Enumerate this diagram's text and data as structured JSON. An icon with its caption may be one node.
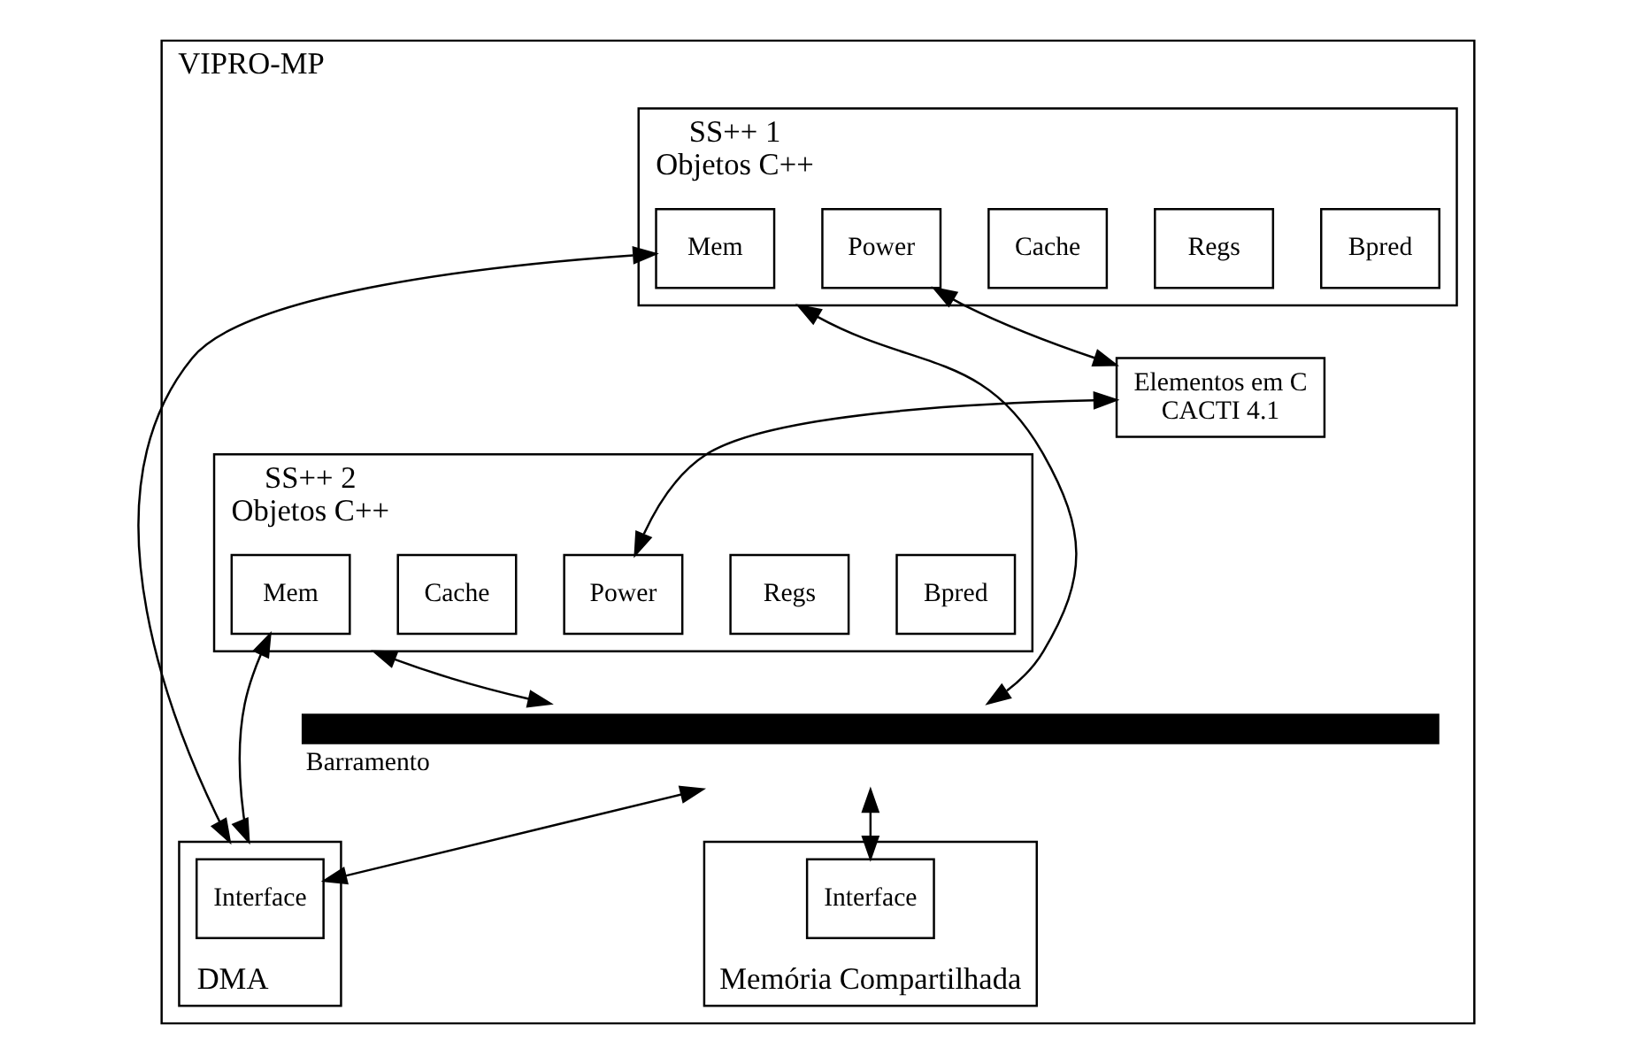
{
  "diagram": {
    "nodes": [
      {
        "text": [
          "VIPRO-MP"
        ]
      },
      {
        "text": [
          "SS++ 1",
          "Objetos C++"
        ],
        "in": 0
      },
      {
        "text": [
          "Bpred"
        ],
        "in": 1
      },
      {
        "text": [
          "Regs"
        ],
        "in": 1
      },
      {
        "text": [
          "Cache"
        ],
        "in": 1
      },
      {
        "text": [
          "Power"
        ],
        "in": 1
      },
      {
        "text": [
          "Mem"
        ],
        "in": 1
      },
      {
        "text": [
          "Elementos em C",
          "CACTI 4.1"
        ],
        "in": 0
      },
      {
        "text": [
          "SS++ 2",
          "Objetos C++"
        ],
        "in": 0
      },
      {
        "text": [
          "Bpred"
        ],
        "in": 8
      },
      {
        "text": [
          "Regs"
        ],
        "in": 8
      },
      {
        "text": [
          "Power"
        ],
        "in": 8
      },
      {
        "text": [
          "Cache"
        ],
        "in": 8
      },
      {
        "text": [
          "Mem"
        ],
        "in": 8
      },
      {
        "text": [
          "Barramento"
        ],
        "in": 0
      },
      {
        "text": [
          "DMA"
        ],
        "in": 0
      },
      {
        "text": [
          "Interface"
        ],
        "in": 15
      },
      {
        "text": [
          "Memória Compartilhada"
        ],
        "in": 0
      },
      {
        "text": [
          "Interface"
        ],
        "in": 17
      }
    ],
    "edges": [
      {
        "from": 5,
        "to": 7,
        "arrow": "both"
      },
      {
        "from": 7,
        "to": 11,
        "arrow": "both"
      },
      {
        "from": 1,
        "to": 14,
        "arrow": "both"
      },
      {
        "from": 8,
        "to": 14,
        "arrow": "both"
      },
      {
        "from": 14,
        "to": 16,
        "arrow": "both"
      },
      {
        "from": 14,
        "to": 18,
        "arrow": "both"
      },
      {
        "from": 6,
        "to": 15,
        "arrow": "both"
      },
      {
        "from": 13,
        "to": 15,
        "arrow": "both"
      }
    ]
  }
}
